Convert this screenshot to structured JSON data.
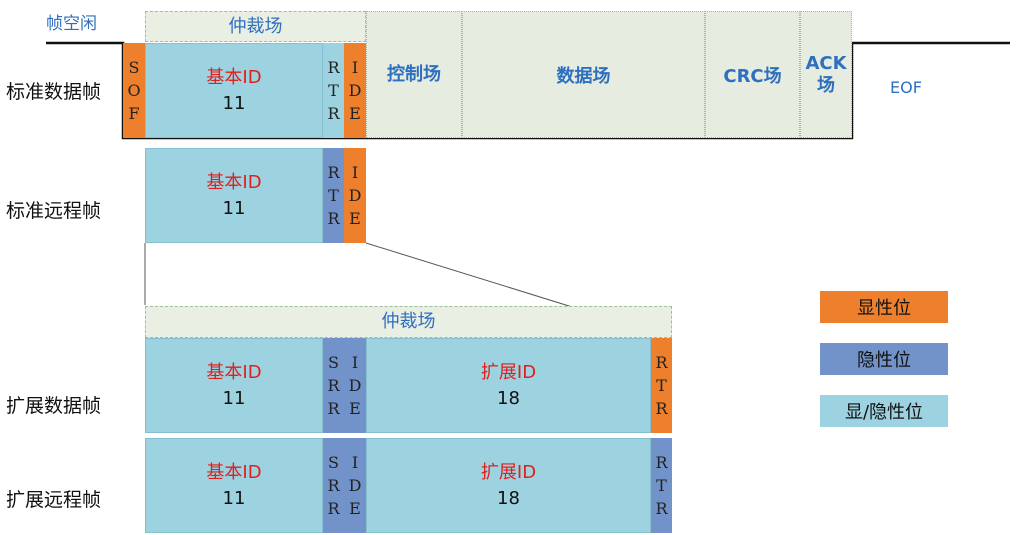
{
  "idle_label": "帧空闲",
  "arbitration_label": "仲裁场",
  "rows": {
    "std_data": "标准数据帧",
    "std_remote": "标准远程帧",
    "ext_data": "扩展数据帧",
    "ext_remote": "扩展远程帧"
  },
  "fields": {
    "sof": [
      "S",
      "O",
      "F"
    ],
    "rtr": [
      "R",
      "T",
      "R"
    ],
    "ide": [
      "I",
      "D",
      "E"
    ],
    "srr": [
      "S",
      "R",
      "R"
    ],
    "control": "控制场",
    "data": "数据场",
    "crc": "CRC场",
    "ack": "ACK场",
    "eof": "EOF"
  },
  "base_id": {
    "name": "基本ID",
    "bits": "11"
  },
  "ext_id": {
    "name": "扩展ID",
    "bits": "18"
  },
  "legend": {
    "dominant": "显性位",
    "recessive": "隐性位",
    "either": "显/隐性位"
  },
  "colors": {
    "dominant": "#ee7f2d",
    "recessive": "#7193c9",
    "dominant_or_recessive": "#9dd2e1",
    "field_bg": "#e6ecdf",
    "id_name": "#e0201b",
    "field_label": "#2f6fc0"
  }
}
